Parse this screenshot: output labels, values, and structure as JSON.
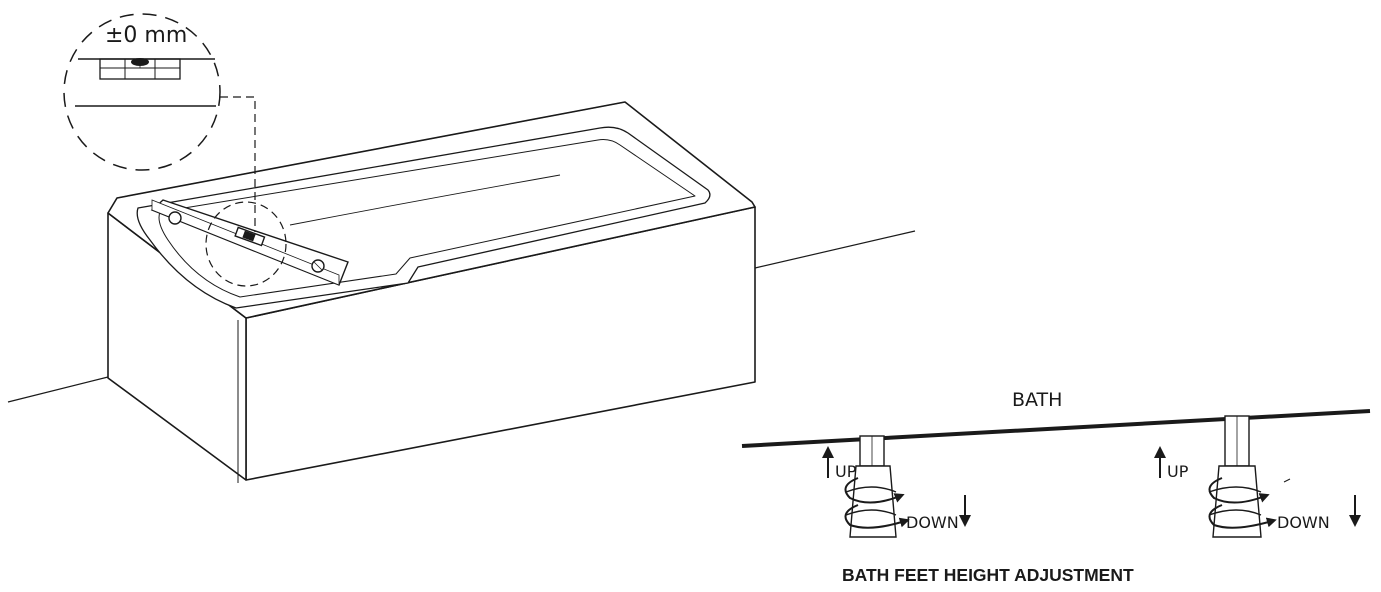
{
  "callout": {
    "reading": "±0 mm"
  },
  "detail": {
    "bath_label": "BATH",
    "left_foot": {
      "up_label": "UP",
      "down_label": "DOWN"
    },
    "right_foot": {
      "up_label": "UP",
      "down_label": "DOWN"
    },
    "caption": "BATH FEET HEIGHT ADJUSTMENT"
  },
  "icons": [
    "spirit-level-icon",
    "magnifier-callout-icon",
    "arrow-up-icon",
    "arrow-down-icon",
    "rotate-arrow-icon"
  ]
}
